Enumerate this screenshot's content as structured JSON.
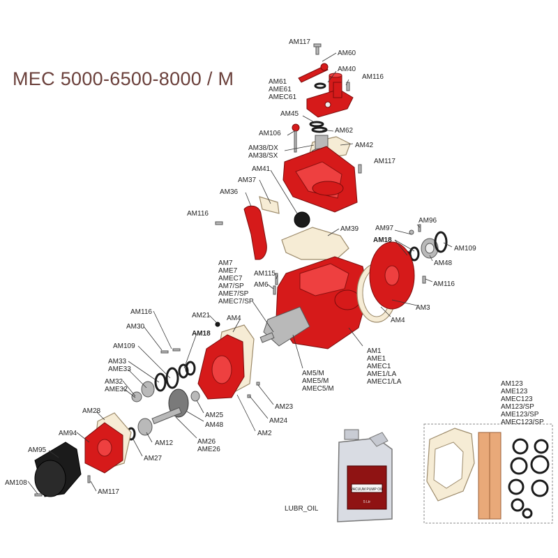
{
  "title": "MEC 5000-6500-8000 / M",
  "labels": {
    "am117_top": "AM117",
    "am60": "AM60",
    "am40": "AM40",
    "am116_top": "AM116",
    "am61": "AM61",
    "ame61": "AME61",
    "amec61": "AMEC61",
    "am45": "AM45",
    "am62": "AM62",
    "am106": "AM106",
    "am42": "AM42",
    "am38dx": "AM38/DX",
    "am38sx": "AM38/SX",
    "am117_mid": "AM117",
    "am41": "AM41",
    "am37": "AM37",
    "am36": "AM36",
    "am116_left": "AM116",
    "am39": "AM39",
    "am97": "AM97",
    "am96": "AM96",
    "am18_right": "AM18",
    "am109_right": "AM109",
    "am48_right": "AM48",
    "am116_right": "AM116",
    "am7": "AM7",
    "ame7": "AME7",
    "amec7": "AMEC7",
    "am7sp": "AM7/SP",
    "ame7sp": "AME7/SP",
    "amec7sp": "AMEC7/SP",
    "am115": "AM115",
    "am6": "AM6",
    "am3": "AM3",
    "am4_right": "AM4",
    "am116_low": "AM116",
    "am21": "AM21",
    "am4_left": "AM4",
    "am30": "AM30",
    "am18_left": "AM18",
    "am109_left": "AM109",
    "am33": "AM33",
    "ame33": "AME33",
    "am32": "AM32",
    "ame32": "AME32",
    "am1": "AM1",
    "ame1": "AME1",
    "amec1": "AMEC1",
    "ame1la": "AME1/LA",
    "amec1la": "AMEC1/LA",
    "am5m": "AM5/M",
    "ame5m": "AME5/M",
    "amec5m": "AMEC5/M",
    "am23": "AM23",
    "am24": "AM24",
    "am2": "AM2",
    "am25": "AM25",
    "am48_left": "AM48",
    "am28": "AM28",
    "am94": "AM94",
    "am26": "AM26",
    "ame26": "AME26",
    "am12": "AM12",
    "am27": "AM27",
    "am95": "AM95",
    "am108": "AM108",
    "am117_bot": "AM117",
    "lubr_oil": "LUBR_OIL",
    "am123": "AM123",
    "ame123": "AME123",
    "amec123": "AMEC123",
    "am123sp": "AM123/SP",
    "ame123sp": "AME123/SP",
    "amec123sp": "AMEC123/SP"
  },
  "oil_can": {
    "label_title": "VACUUM PUMP OIL",
    "label_volume": "5 Ltr"
  },
  "colors": {
    "part_red": "#d61a1a",
    "gasket": "#f6ecd5",
    "title": "#6a3f3a"
  }
}
